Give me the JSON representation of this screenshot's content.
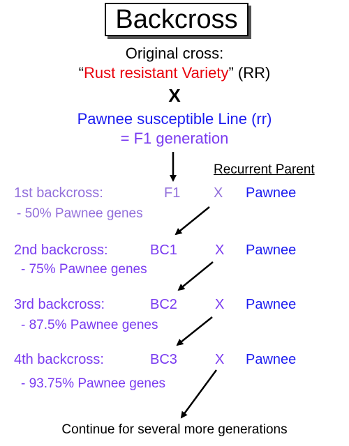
{
  "title": "Backcross",
  "original_cross_label": "Original cross:",
  "variety_open_quote": "“",
  "variety_name": "Rust resistant Variety",
  "variety_close": "” (RR)",
  "cross_symbol": "X",
  "susceptible_line": "Pawnee susceptible Line (rr)",
  "f1_generation": "= F1 generation",
  "recurrent_parent_header": "Recurrent Parent",
  "closing_text": "Continue for several more generations",
  "colors": {
    "red": "#e8000b",
    "blue": "#1c1cf0",
    "violet": "#7a3cf0",
    "light_violet": "#9370db",
    "black": "#000000"
  },
  "backcrosses": [
    {
      "label": "1st backcross:",
      "parent": "F1",
      "cross": "X",
      "recurrent": "Pawnee",
      "genes": "- 50% Pawnee genes"
    },
    {
      "label": "2nd backcross:",
      "parent": "BC1",
      "cross": "X",
      "recurrent": "Pawnee",
      "genes": "- 75% Pawnee genes"
    },
    {
      "label": "3rd backcross:",
      "parent": "BC2",
      "cross": "X",
      "recurrent": "Pawnee",
      "genes": "- 87.5% Pawnee genes"
    },
    {
      "label": "4th backcross:",
      "parent": "BC3",
      "cross": "X",
      "recurrent": "Pawnee",
      "genes": "- 93.75% Pawnee genes"
    }
  ]
}
